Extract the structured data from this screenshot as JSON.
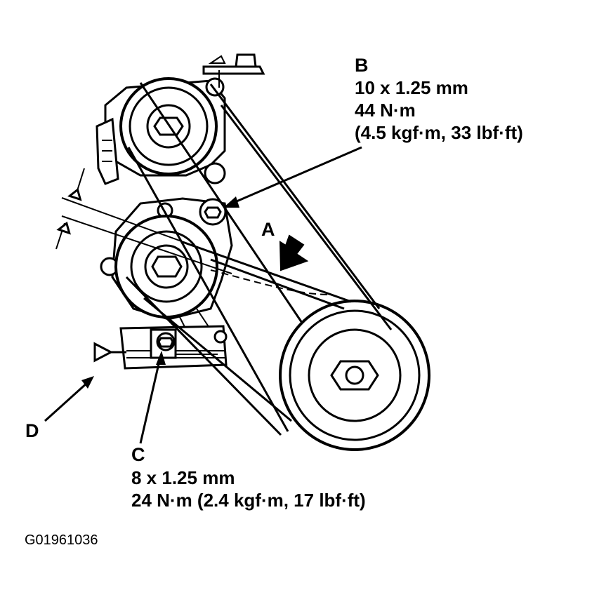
{
  "labels": {
    "a": "A",
    "b": "B",
    "c": "C",
    "d": "D"
  },
  "specs": {
    "b": {
      "size": "10 x 1.25 mm",
      "torque": "44 N·m",
      "torque_alt": "(4.5 kgf·m, 33 lbf·ft)"
    },
    "c": {
      "size": "8 x 1.25 mm",
      "torque": "24 N·m (2.4 kgf·m, 17 lbf·ft)"
    }
  },
  "figure_id": "G01961036"
}
